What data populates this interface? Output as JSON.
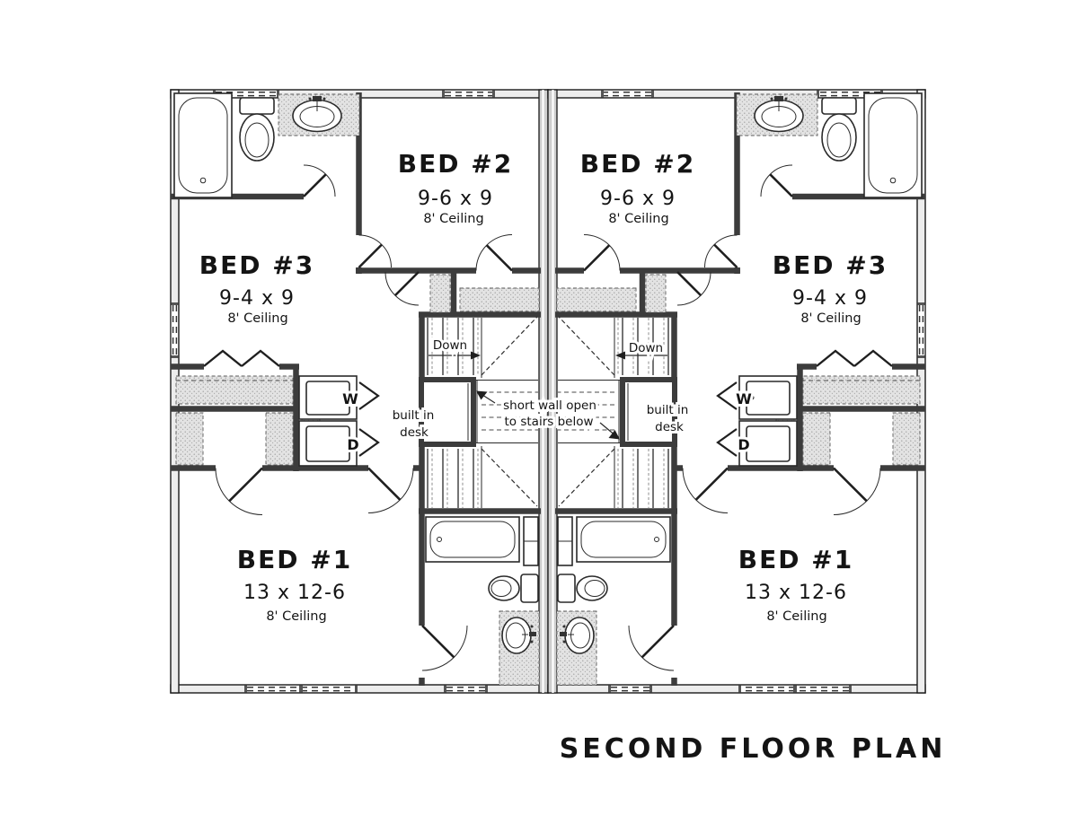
{
  "title": "SECOND FLOOR PLAN",
  "rooms": {
    "bed1": {
      "name": "BED #1",
      "dims": "13 x 12-6",
      "ceiling": "8' Ceiling"
    },
    "bed2": {
      "name": "BED #2",
      "dims": "9-6 x 9",
      "ceiling": "8' Ceiling"
    },
    "bed3": {
      "name": "BED #3",
      "dims": "9-4 x 9",
      "ceiling": "8' Ceiling"
    }
  },
  "annotations": {
    "down": "Down",
    "washer": "W",
    "dryer": "D",
    "built_in_line1": "built in",
    "built_in_line2": "desk",
    "open_wall_line1": "short wall open",
    "open_wall_line2": "to stairs below"
  },
  "colors": {
    "ink": "#1a1a1a",
    "wall_fill": "#ededed",
    "party_wall_fill": "#cfcfcf",
    "shelf_fill": "#e3e3e3",
    "paper": "#ffffff"
  }
}
